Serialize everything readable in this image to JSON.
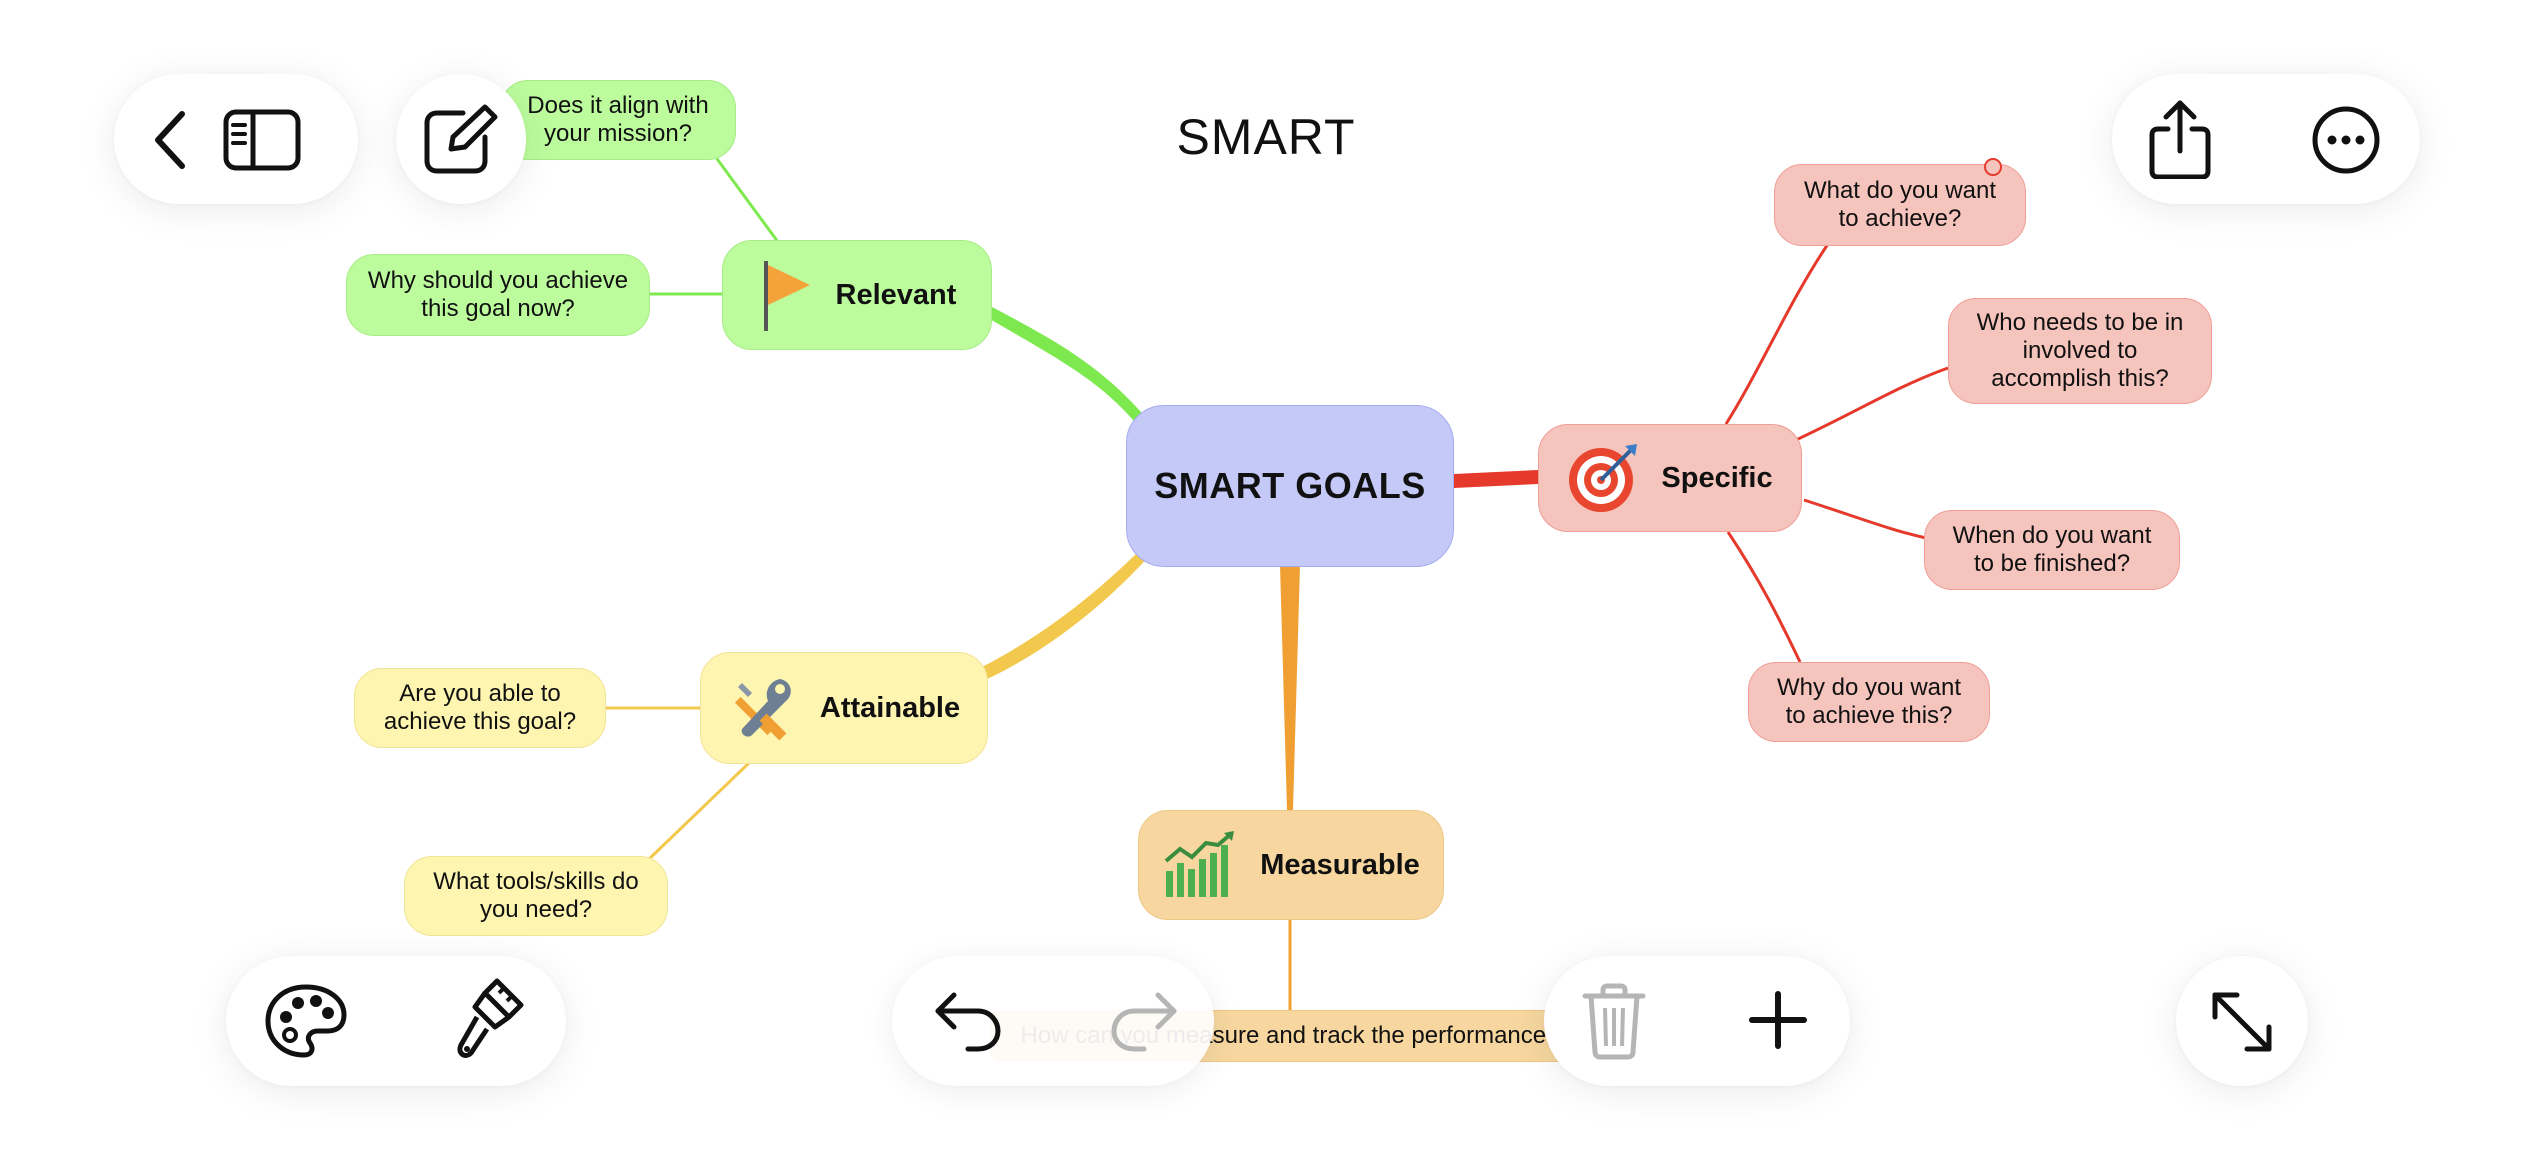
{
  "document_title": "SMART",
  "center_topic": "SMART GOALS",
  "colors": {
    "relevant": "#7de94f",
    "attainable": "#f2c94c",
    "measurable": "#f0a033",
    "specific": "#e53a2b",
    "center": "#c5c9f7"
  },
  "branches": {
    "relevant": {
      "label": "Relevant",
      "icon": "flag-icon",
      "children": [
        "Does it align with your mission?",
        "Why should you achieve this goal now?"
      ]
    },
    "attainable": {
      "label": "Attainable",
      "icon": "tools-icon",
      "children": [
        "Are you able to achieve this goal?",
        "What tools/skills do you need?"
      ]
    },
    "measurable": {
      "label": "Measurable",
      "icon": "chart-increasing-icon",
      "children": [
        "How can you measure and track the performance?"
      ]
    },
    "specific": {
      "label": "Specific",
      "icon": "target-icon",
      "children": [
        "What do you want to achieve?",
        "Who needs to be in involved to accomplish this?",
        "When do you want to be finished?",
        "Why do you want to achieve this?"
      ]
    }
  },
  "toolbar": {
    "top_left": [
      "back-icon",
      "sidebar-icon",
      "edit-icon"
    ],
    "top_right": [
      "share-icon",
      "more-icon"
    ],
    "bottom_left": [
      "palette-icon",
      "brush-icon"
    ],
    "bottom_center": [
      "undo-icon",
      "redo-icon",
      "trash-icon",
      "add-icon"
    ],
    "bottom_right": [
      "expand-icon"
    ]
  }
}
